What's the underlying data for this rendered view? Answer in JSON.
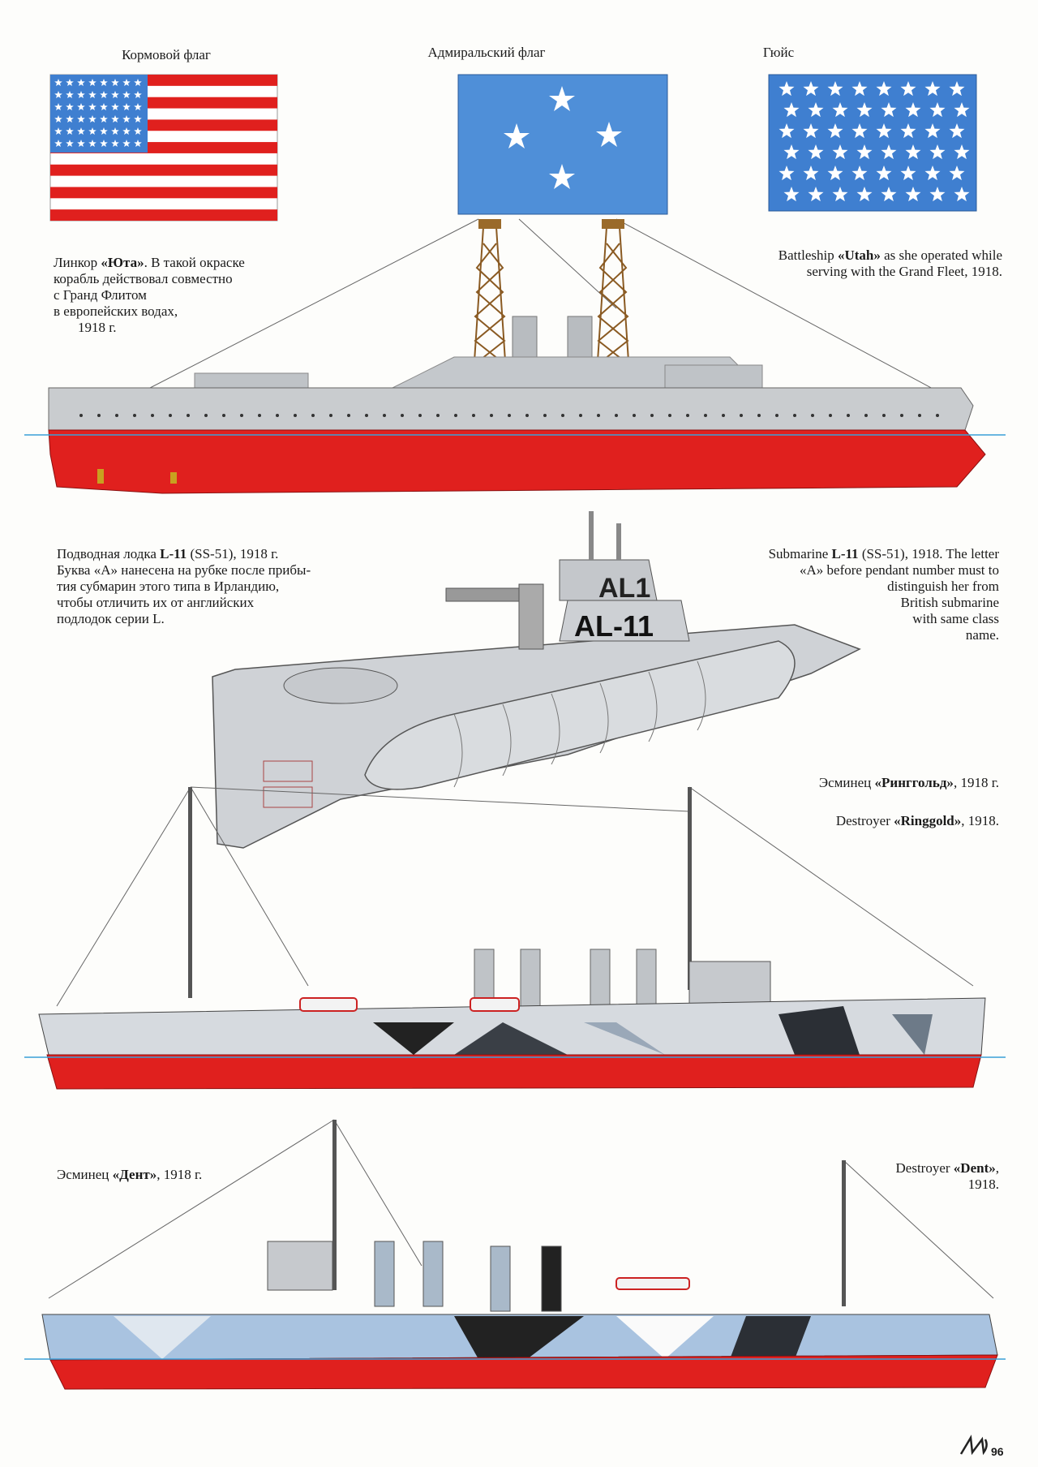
{
  "flags": {
    "ensign_label": "Кормовой флаг",
    "admiral_label": "Адмиральский флаг",
    "jack_label": "Гюйс"
  },
  "utah": {
    "caption_ru_1": "Линкор ",
    "caption_ru_name": "«Юта»",
    "caption_ru_2": ". В такой окраске",
    "caption_ru_3": "корабль действовал совместно",
    "caption_ru_4": "с Гранд Флитом",
    "caption_ru_5": "в европейских водах,",
    "caption_ru_6": "1918 г.",
    "caption_en_1": "Battleship ",
    "caption_en_name": "«Utah»",
    "caption_en_2": " as she operated while",
    "caption_en_3": "serving with the Grand Fleet, 1918."
  },
  "submarine": {
    "caption_ru_1": "Подводная лодка ",
    "caption_ru_name": "L-11",
    "caption_ru_2": " (SS-51), 1918 г.",
    "caption_ru_3": "Буква «А» нанесена на рубке после прибы-",
    "caption_ru_4": "тия субмарин этого типа в Ирландию,",
    "caption_ru_5": "чтобы отличить их от английских",
    "caption_ru_6": "подлодок серии L.",
    "caption_en_1": "Submarine ",
    "caption_en_name": "L-11",
    "caption_en_2": " (SS-51), 1918. The letter",
    "caption_en_3": "«A» before pendant number must to",
    "caption_en_4": "distinguish her from",
    "caption_en_5": "British submarine",
    "caption_en_6": "with same class",
    "caption_en_7": "name.",
    "conning_tower_mark_small": "AL1",
    "conning_tower_mark": "AL-11"
  },
  "ringgold": {
    "caption_ru_1": "Эсминец ",
    "caption_ru_name": "«Ринггольд»",
    "caption_ru_2": ", 1918 г.",
    "caption_en_1": "Destroyer ",
    "caption_en_name": "«Ringgold»",
    "caption_en_2": ", 1918."
  },
  "dent": {
    "caption_ru_1": "Эсминец ",
    "caption_ru_name": "«Дент»",
    "caption_ru_2": ", 1918 г.",
    "caption_en_1": "Destroyer ",
    "caption_en_name": "«Dent»",
    "caption_en_2": ",",
    "caption_en_3": "1918."
  },
  "page_number": "96",
  "colors": {
    "hull_red": "#e0201e",
    "ship_grey": "#c9cccf",
    "flag_blue": "#3f7fd0",
    "flag_red": "#e0201e",
    "waterline": "#3aa0d8"
  }
}
